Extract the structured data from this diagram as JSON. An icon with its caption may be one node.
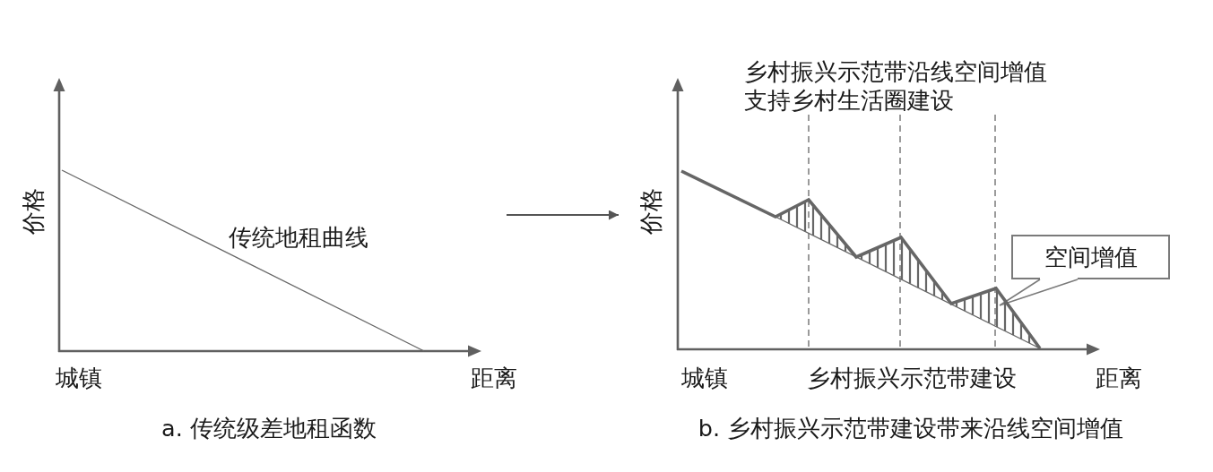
{
  "diagram": {
    "nodes": [
      {
        "text": [],
        "shape": "picture"
      },
      {
        "text": [],
        "shape": "picture"
      },
      {
        "text": [
          "空间增值"
        ]
      }
    ],
    "edges": [
      {
        "from": 0,
        "to": 1,
        "arrow": "to"
      },
      {
        "from": 2,
        "to": null,
        "arrow": "none"
      }
    ],
    "labels": [
      "价格",
      "传统地租曲线",
      "城镇",
      "距离",
      "a. 传统级差地租函数",
      "乡村振兴示范带沿线空间增值支持乡村生活圈建设",
      "价格",
      "城镇",
      "乡村振兴示范带建设",
      "距离",
      "b. 乡村振兴示范带建设带来沿线空间增值"
    ]
  }
}
